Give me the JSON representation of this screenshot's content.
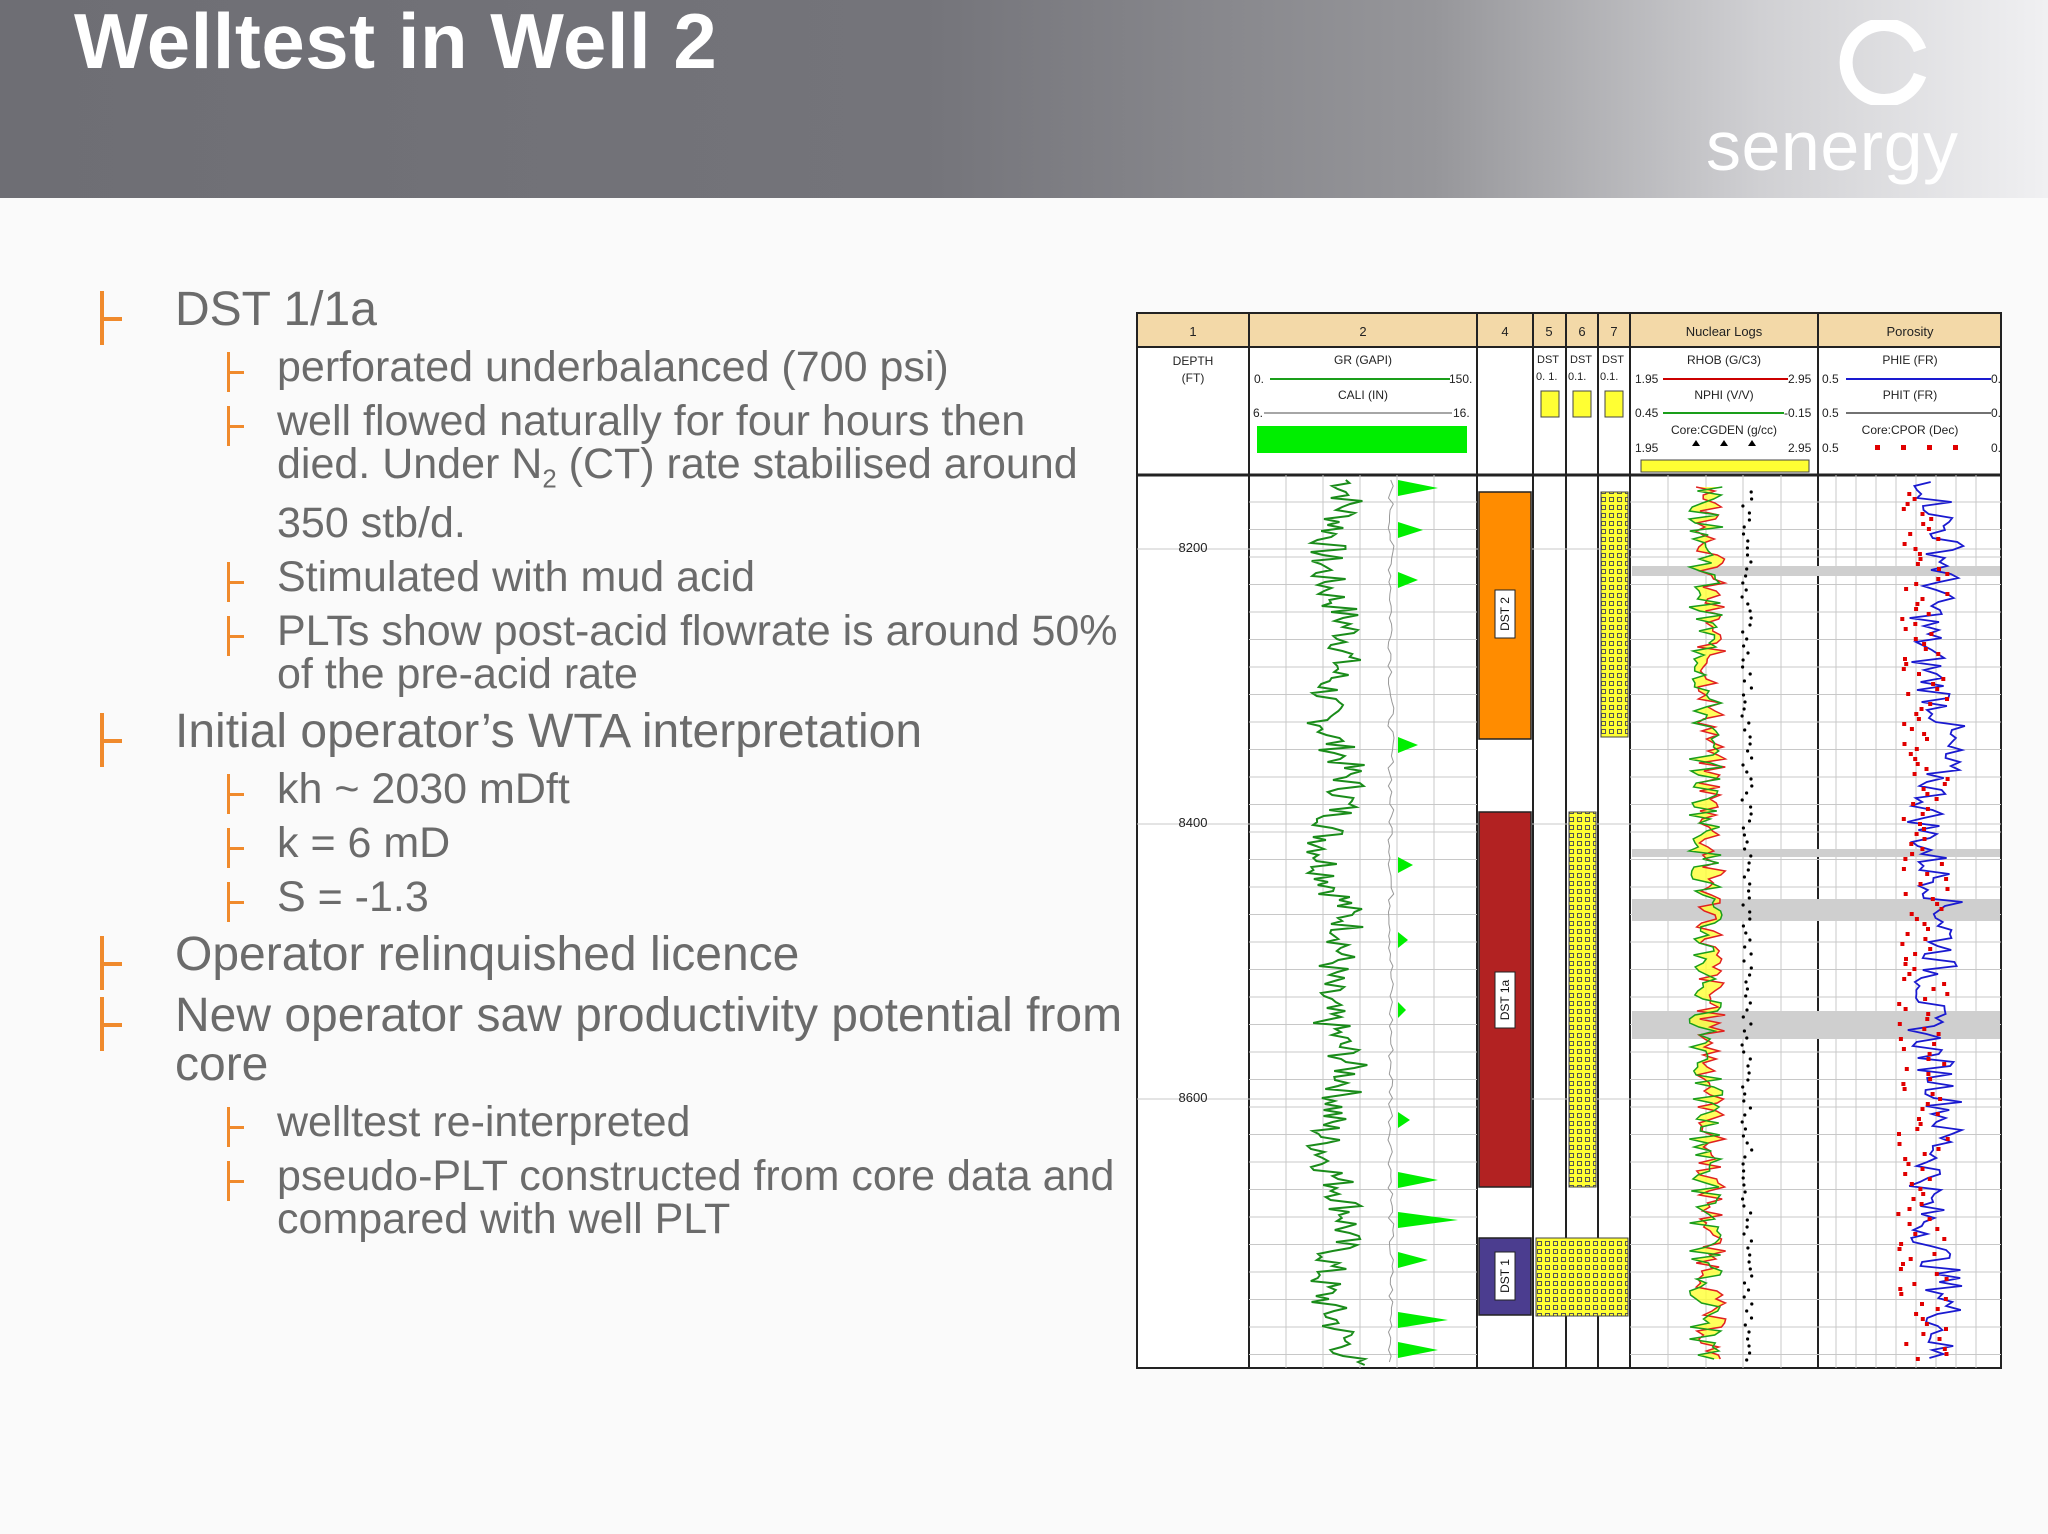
{
  "slide": {
    "title": "Welltest in Well 2",
    "logo_text": "senergy",
    "colors": {
      "accent": "#f08a2c",
      "text": "#6b6b6b",
      "header": "#6e6e74"
    }
  },
  "bullets": [
    {
      "level": 1,
      "text": "DST 1/1a"
    },
    {
      "level": 2,
      "text": "perforated underbalanced (700 psi)"
    },
    {
      "level": 2,
      "text_a": "well flowed naturally for four hours then died. Under N",
      "sub": "2",
      "text_b": " (CT) rate stabilised around 350 stb/d."
    },
    {
      "level": 2,
      "text": "Stimulated with mud acid"
    },
    {
      "level": 2,
      "text": "PLTs show post-acid flowrate is around 50% of the pre-acid rate"
    },
    {
      "level": 1,
      "text": "Initial operator’s WTA interpretation"
    },
    {
      "level": 2,
      "text": "kh ~ 2030 mDft"
    },
    {
      "level": 2,
      "text": "k = 6 mD"
    },
    {
      "level": 2,
      "text": "S = -1.3"
    },
    {
      "level": 1,
      "text": "Operator relinquished licence"
    },
    {
      "level": 1,
      "text": "New operator saw productivity potential from core"
    },
    {
      "level": 2,
      "text": "welltest re-interpreted"
    },
    {
      "level": 2,
      "text": "pseudo-PLT constructed from core data and compared with well PLT"
    }
  ],
  "log": {
    "track_numbers": [
      "1",
      "2",
      "4",
      "5",
      "6",
      "7",
      "Nuclear Logs",
      "Porosity"
    ],
    "depth_header": [
      "DEPTH",
      "(FT)"
    ],
    "gr": {
      "name": "GR (GAPI)",
      "min": "0.",
      "max": "150."
    },
    "cali": {
      "name": "CALI (IN)",
      "min": "6.",
      "max": "16."
    },
    "dst_small": {
      "label": "DST",
      "scale5": "0.  1.",
      "scale6": "0.1.",
      "scale7": "0.1."
    },
    "rhob": {
      "name": "RHOB (G/C3)",
      "min": "1.95",
      "max": "2.95"
    },
    "nphi": {
      "name": "NPHI (V/V)",
      "min": "0.45",
      "max": "-0.15"
    },
    "cgden": {
      "name": "Core:CGDEN (g/cc)",
      "min": "1.95",
      "max": "2.95"
    },
    "phie": {
      "name": "PHIE (FR)",
      "min": "0.5",
      "max": "0."
    },
    "phit": {
      "name": "PHIT (FR)",
      "min": "0.5",
      "max": "0."
    },
    "cpor": {
      "name": "Core:CPOR (Dec)",
      "min": "0.5",
      "max": "0."
    },
    "depths": [
      "8200",
      "8400",
      "8600"
    ],
    "dst_labels": [
      "DST 2",
      "DST 1a",
      "DST 1"
    ],
    "dst_colors": {
      "DST 2": "#ff8c00",
      "DST 1a": "#b22222",
      "DST 1": "#4b3d8f"
    }
  }
}
